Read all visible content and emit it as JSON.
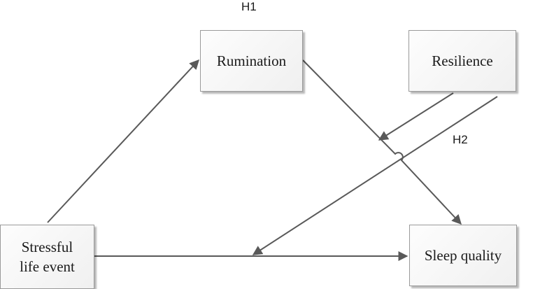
{
  "nodes": {
    "rumination": "Rumination",
    "resilience": "Resilience",
    "stressful_life_event": "Stressful\nlife event",
    "sleep_quality": "Sleep quality"
  },
  "hypotheses": {
    "h1": "H1",
    "h2": "H2"
  },
  "edges": [
    {
      "from": "Stressful life event",
      "to": "Rumination"
    },
    {
      "from": "Rumination",
      "to": "Sleep quality"
    },
    {
      "from": "Stressful life event",
      "to": "Sleep quality"
    },
    {
      "from": "Resilience",
      "to": "Rumination → Sleep quality path"
    },
    {
      "from": "Resilience",
      "to": "Stressful life event → Sleep quality path"
    }
  ],
  "colors": {
    "arrow": "#595959",
    "box_border": "#9a9a9a",
    "text": "#1a1a1a"
  }
}
